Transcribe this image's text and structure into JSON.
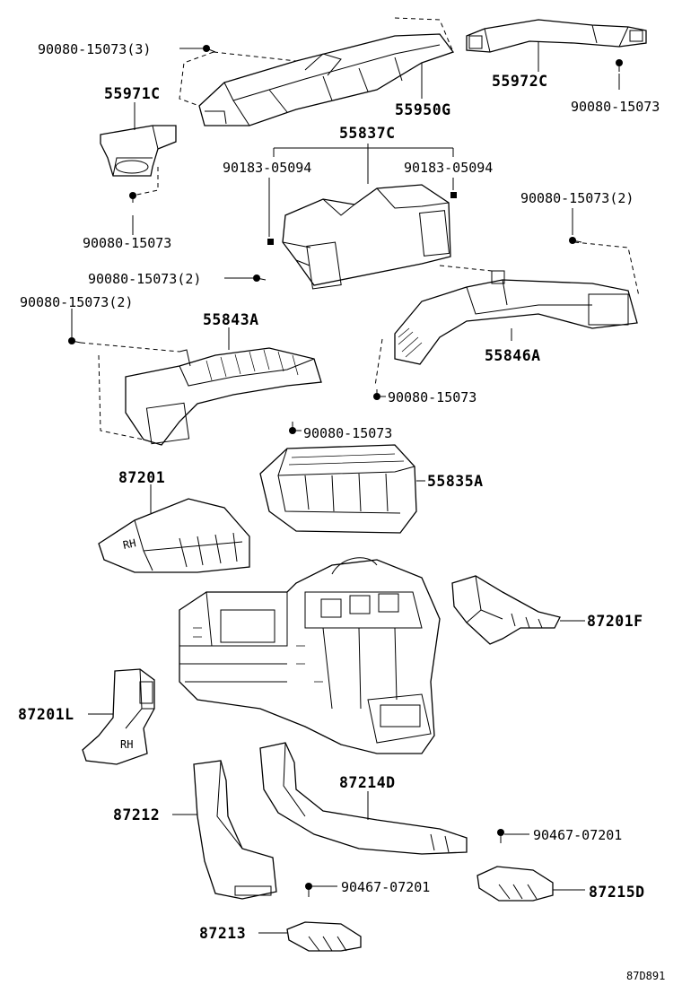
{
  "labels": {
    "p_90080_15073_3": "90080-15073(3)",
    "p_55950G": "55950G",
    "p_55972C": "55972C",
    "p_90080_15073_tr": "90080-15073",
    "p_55971C": "55971C",
    "p_55837C": "55837C",
    "p_90183_05094_l": "90183-05094",
    "p_90183_05094_r": "90183-05094",
    "p_90080_15073_l1": "90080-15073",
    "p_90080_15073_2_r": "90080-15073(2)",
    "p_90080_15073_2_c": "90080-15073(2)",
    "p_90080_15073_2_l": "90080-15073(2)",
    "p_55843A": "55843A",
    "p_55846A": "55846A",
    "p_90080_15073_m": "90080-15073",
    "p_90080_15073_b": "90080-15073",
    "p_87201": "87201",
    "p_55835A": "55835A",
    "p_87201F": "87201F",
    "p_87201L": "87201L",
    "p_87214D": "87214D",
    "p_87212": "87212",
    "p_90467_07201_r": "90467-07201",
    "p_90467_07201_c": "90467-07201",
    "p_87215D": "87215D",
    "p_87213": "87213",
    "diagram_code": "87D891"
  }
}
